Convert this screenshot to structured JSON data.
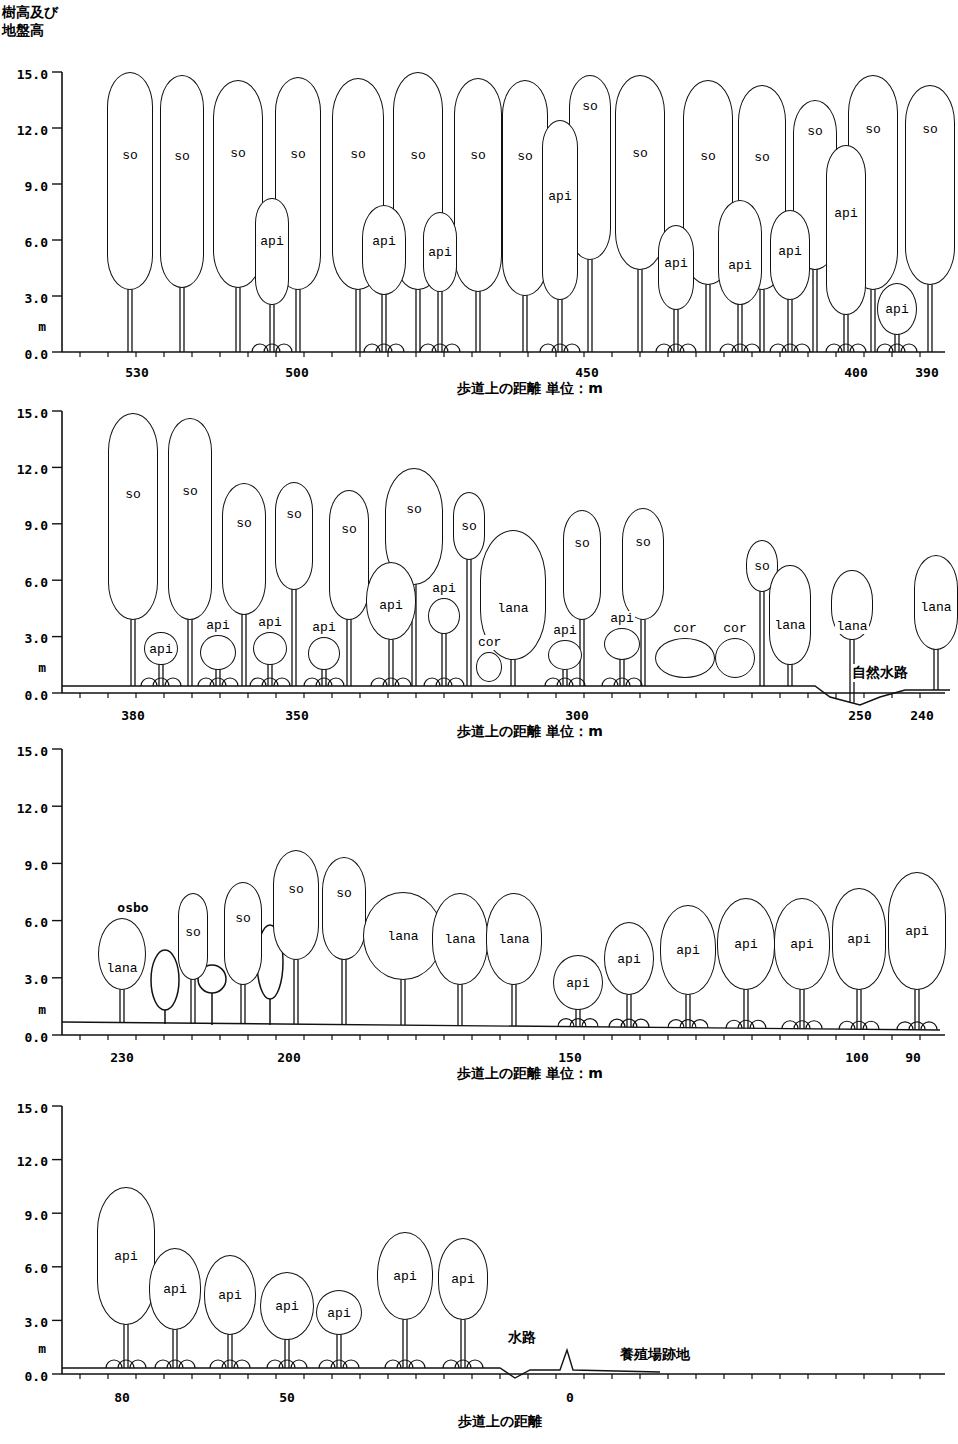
{
  "diagram": {
    "nodes": [
      {
        "text": [
          "so"
        ]
      },
      {
        "text": [
          "so"
        ]
      },
      {
        "text": [
          "so"
        ]
      },
      {
        "text": [
          "api"
        ]
      },
      {
        "text": [
          "so"
        ]
      },
      {
        "text": [
          "so"
        ]
      },
      {
        "text": [
          "api"
        ]
      },
      {
        "text": [
          "so"
        ]
      },
      {
        "text": [
          "api"
        ]
      },
      {
        "text": [
          "so"
        ]
      },
      {
        "text": [
          "so"
        ]
      },
      {
        "text": [
          "api"
        ]
      },
      {
        "text": [
          "so"
        ]
      },
      {
        "text": [
          "so"
        ]
      },
      {
        "text": [
          "api"
        ]
      },
      {
        "text": [
          "so"
        ]
      },
      {
        "text": [
          "api"
        ]
      },
      {
        "text": [
          "so"
        ]
      },
      {
        "text": [
          "api"
        ]
      },
      {
        "text": [
          "so"
        ]
      },
      {
        "text": [
          "api"
        ]
      },
      {
        "text": [
          "so"
        ]
      },
      {
        "text": [
          "api"
        ]
      },
      {
        "text": [
          "so"
        ]
      },
      {
        "text": [
          "so"
        ]
      },
      {
        "text": [
          "api"
        ]
      },
      {
        "text": [
          "so"
        ]
      },
      {
        "text": [
          "api"
        ]
      },
      {
        "text": [
          "so"
        ]
      },
      {
        "text": [
          "api"
        ]
      },
      {
        "text": [
          "so"
        ]
      },
      {
        "text": [
          "api"
        ]
      },
      {
        "text": [
          "so"
        ]
      },
      {
        "text": [
          "api"
        ]
      },
      {
        "text": [
          "so"
        ]
      },
      {
        "text": [
          "api"
        ]
      },
      {
        "text": [
          "so"
        ]
      },
      {
        "text": [
          "cor"
        ]
      },
      {
        "text": [
          "lana"
        ]
      },
      {
        "text": [
          "api"
        ]
      },
      {
        "text": [
          "so"
        ]
      },
      {
        "text": [
          "api"
        ]
      },
      {
        "text": [
          "so"
        ]
      },
      {
        "text": [
          "cor"
        ]
      },
      {
        "text": [
          "cor"
        ]
      },
      {
        "text": [
          "so"
        ]
      },
      {
        "text": [
          "lana"
        ]
      },
      {
        "text": [
          "lana"
        ]
      },
      {
        "text": [
          "lana"
        ]
      },
      {
        "text": [
          "lana"
        ]
      },
      {
        "text": [
          "so"
        ]
      },
      {
        "text": [
          "so"
        ]
      },
      {
        "text": [
          "so"
        ]
      },
      {
        "text": [
          "so"
        ]
      },
      {
        "text": [
          "lana"
        ]
      },
      {
        "text": [
          "lana"
        ]
      },
      {
        "text": [
          "lana"
        ]
      },
      {
        "text": [
          "api"
        ]
      },
      {
        "text": [
          "api"
        ]
      },
      {
        "text": [
          "api"
        ]
      },
      {
        "text": [
          "api"
        ]
      },
      {
        "text": [
          "api"
        ]
      },
      {
        "text": [
          "api"
        ]
      },
      {
        "text": [
          "api"
        ]
      },
      {
        "text": [
          "api"
        ]
      },
      {
        "text": [
          "api"
        ]
      },
      {
        "text": [
          "api"
        ]
      },
      {
        "text": [
          "api"
        ]
      },
      {
        "text": [
          "api"
        ]
      },
      {
        "text": [
          "api"
        ]
      },
      {
        "text": [
          "api"
        ]
      }
    ],
    "labels": [
      "樹高及び 地盤高",
      "15.0",
      "12.0",
      "9.0",
      "6.0",
      "3.0",
      "m",
      "0.0",
      "530",
      "500",
      "450",
      "400",
      "390",
      "歩道上の距離 単位：m",
      "15.0",
      "12.0",
      "9.0",
      "6.0",
      "3.0",
      "m",
      "0.0",
      "380",
      "350",
      "300",
      "250",
      "240",
      "歩道上の距離 単位：m",
      "自然水路",
      "15.0",
      "12.0",
      "9.0",
      "6.0",
      "3.0",
      "m",
      "0.0",
      "230",
      "200",
      "150",
      "100",
      "90",
      "歩道上の距離 単位：m",
      "osbo",
      "15.0",
      "12.0",
      "9.0",
      "6.0",
      "3.0",
      "m",
      "0.0",
      "80",
      "50",
      "0",
      "歩道上の距離",
      "水路",
      "養殖場跡地"
    ]
  }
}
